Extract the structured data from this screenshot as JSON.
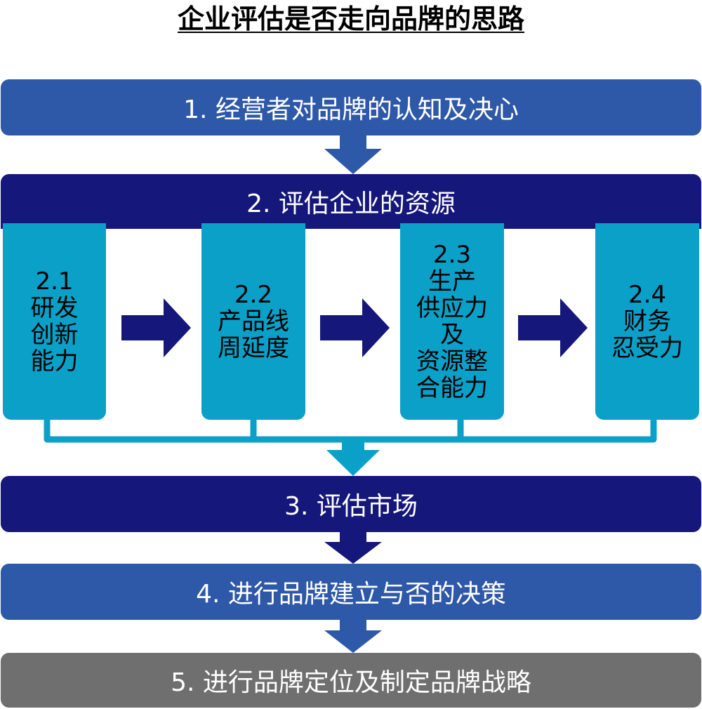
{
  "title": "企业评估是否走向品牌的思路",
  "colors": {
    "step_blue": "#2e58a8",
    "step_navy": "#16177a",
    "resource_cyan": "#0aa0c8",
    "final_gray": "#6f6f6f",
    "arrow_blue": "#2e58a8",
    "arrow_navy": "#16177a"
  },
  "steps": {
    "s1": "1. 经营者对品牌的认知及决心",
    "s2": "2. 评估企业的资源",
    "s3": "3. 评估市场",
    "s4": "4. 进行品牌建立与否的决策",
    "s5": "5. 进行品牌定位及制定品牌战略"
  },
  "resources": [
    {
      "number": "2.1",
      "lines": [
        "研发",
        "创新",
        "能力"
      ]
    },
    {
      "number": "2.2",
      "lines": [
        "产品线",
        "周延度"
      ]
    },
    {
      "number": "2.3",
      "lines": [
        "生产",
        "供应力",
        "及",
        "资源整",
        "合能力"
      ]
    },
    {
      "number": "2.4",
      "lines": [
        "财务",
        "忍受力"
      ]
    }
  ]
}
